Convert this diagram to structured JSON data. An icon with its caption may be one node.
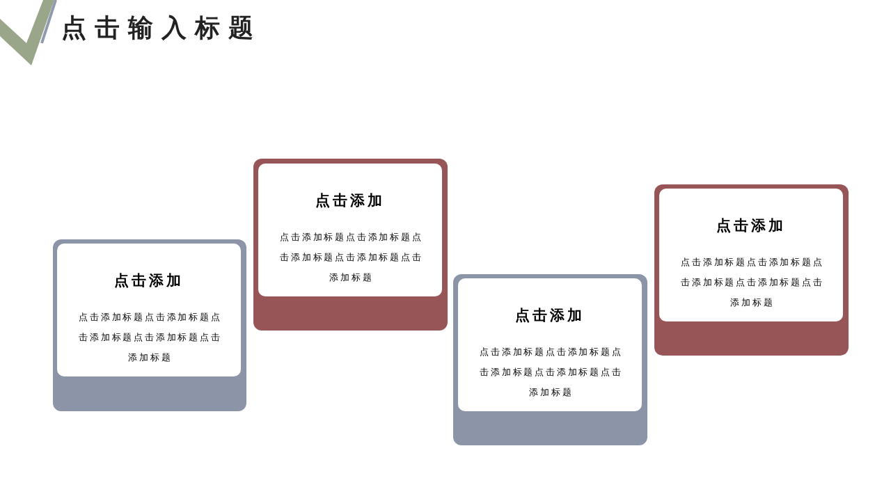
{
  "diagram": {
    "title": "点击输入标题",
    "nodes": [
      {
        "text": [],
        "shape": "box"
      },
      {
        "text": [
          "点击添加",
          "点击添加标题点击添加标题点击添加标题点击添加标题点击添加标题"
        ],
        "in": 0
      },
      {
        "text": [],
        "shape": "box"
      },
      {
        "text": [
          "点击添加",
          "点击添加标题点击添加标题点击添加标题点击添加标题点击添加标题"
        ],
        "in": 2
      },
      {
        "text": [],
        "shape": "box"
      },
      {
        "text": [
          "点击添加",
          "点击添加标题点击添加标题点击添加标题点击添加标题点击添加标题"
        ],
        "in": 4
      },
      {
        "text": [],
        "shape": "box"
      },
      {
        "text": [
          "点击添加",
          "点击添加标题点击添加标题点击添加标题点击添加标题点击添加标题"
        ],
        "in": 6
      }
    ]
  }
}
